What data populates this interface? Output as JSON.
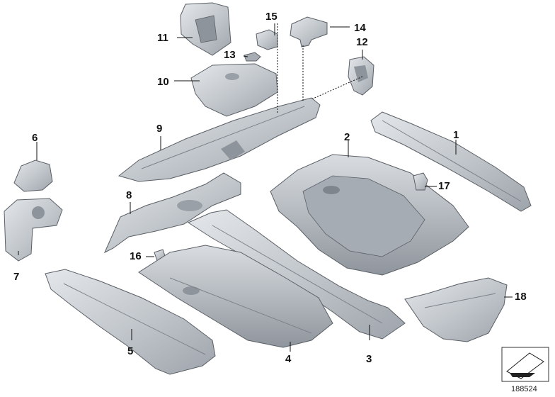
{
  "callouts": [
    "1",
    "2",
    "3",
    "4",
    "5",
    "6",
    "7",
    "8",
    "9",
    "10",
    "11",
    "12",
    "13",
    "14",
    "15",
    "16",
    "17",
    "18"
  ],
  "reference_number": "188524",
  "colors": {
    "part_light": "#d6d9dd",
    "part_mid": "#b7bcc2",
    "part_dark": "#8e949b",
    "outline": "#5a5f66",
    "leader": "#111111"
  },
  "icons": {
    "orientation": "direction-arrow-icon"
  }
}
